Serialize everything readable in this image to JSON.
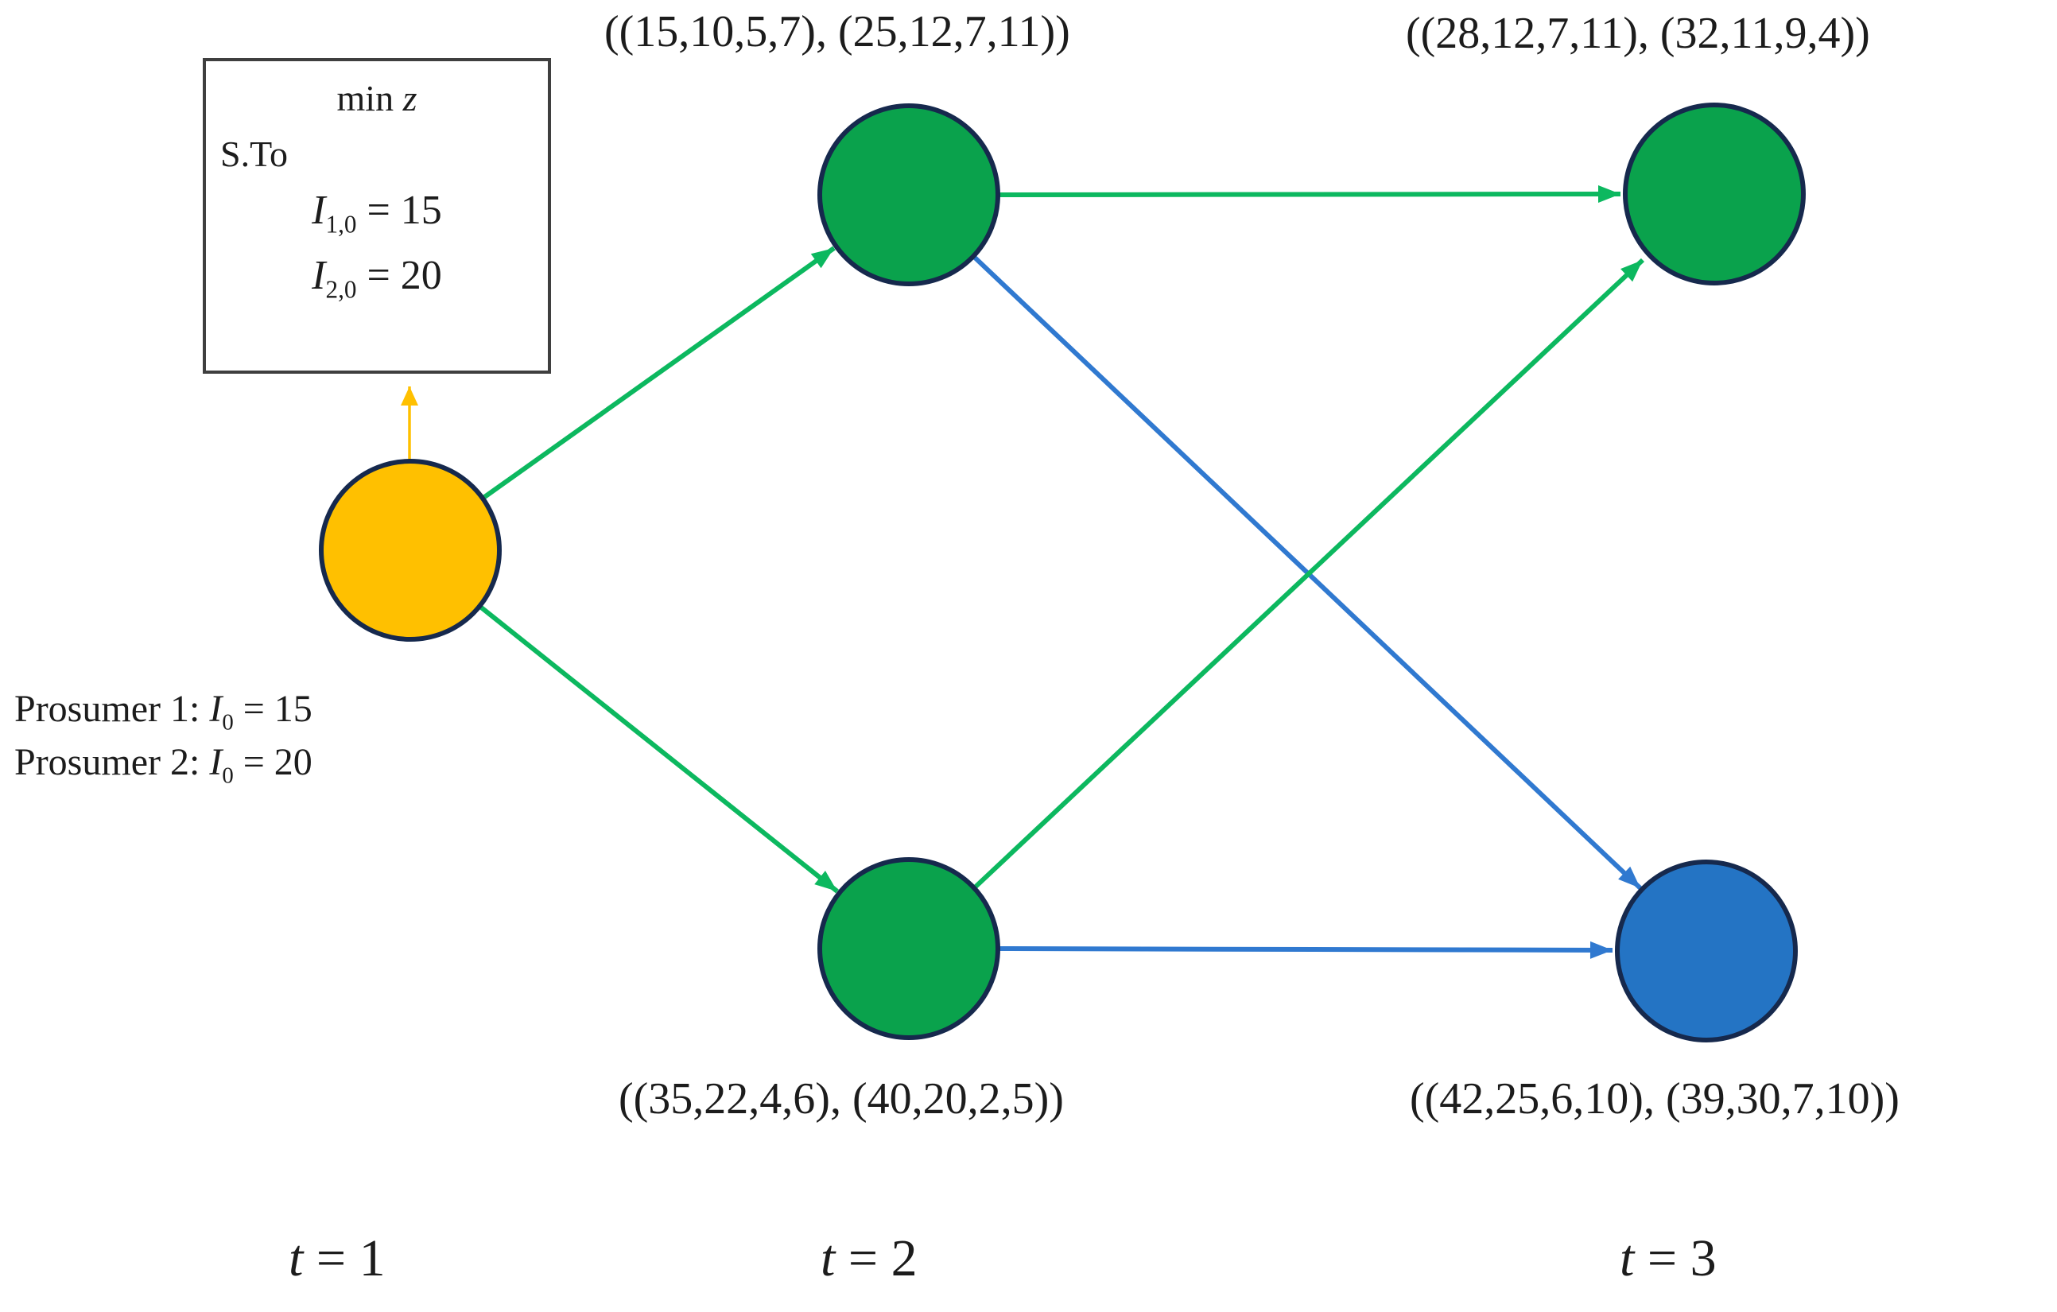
{
  "figure": {
    "background": "#ffffff"
  },
  "colors": {
    "source_node_fill": "#ffc000",
    "intermediate_node_fill": "#0aa24c",
    "final_node_fill": "#2474c4",
    "node_border": "#16294d",
    "green_edge": "#0cb85f",
    "blue_edge": "#3079d0",
    "orange_edge": "#ffc000",
    "box_border": "#3f3f3f",
    "text": "#1c1c1c"
  },
  "constraint_box": {
    "objective_prefix": "min ",
    "objective_var": "z",
    "subject_to": "S.To",
    "constraints": [
      {
        "base": "I",
        "sub": "1,0",
        "rhs": " = 15"
      },
      {
        "base": "I",
        "sub": "2,0",
        "rhs": " = 20"
      }
    ]
  },
  "prosumer_note": {
    "lines": [
      {
        "prefix": "Prosumer 1: ",
        "base": "I",
        "sub": "0",
        "rhs": " = 15"
      },
      {
        "prefix": "Prosumer 2: ",
        "base": "I",
        "sub": "0",
        "rhs": " = 20"
      }
    ]
  },
  "node_labels": {
    "t2_top": "((15,10,5,7), (25,12,7,11))",
    "t3_top": "((28,12,7,11), (32,11,9,4))",
    "t2_bottom": "((35,22,4,6), (40,20,2,5))",
    "t3_bottom": "((42,25,6,10), (39,30,7,10))"
  },
  "time_labels": [
    {
      "var": "t",
      "rest": " = 1"
    },
    {
      "var": "t",
      "rest": " = 2"
    },
    {
      "var": "t",
      "rest": " = 3"
    }
  ]
}
